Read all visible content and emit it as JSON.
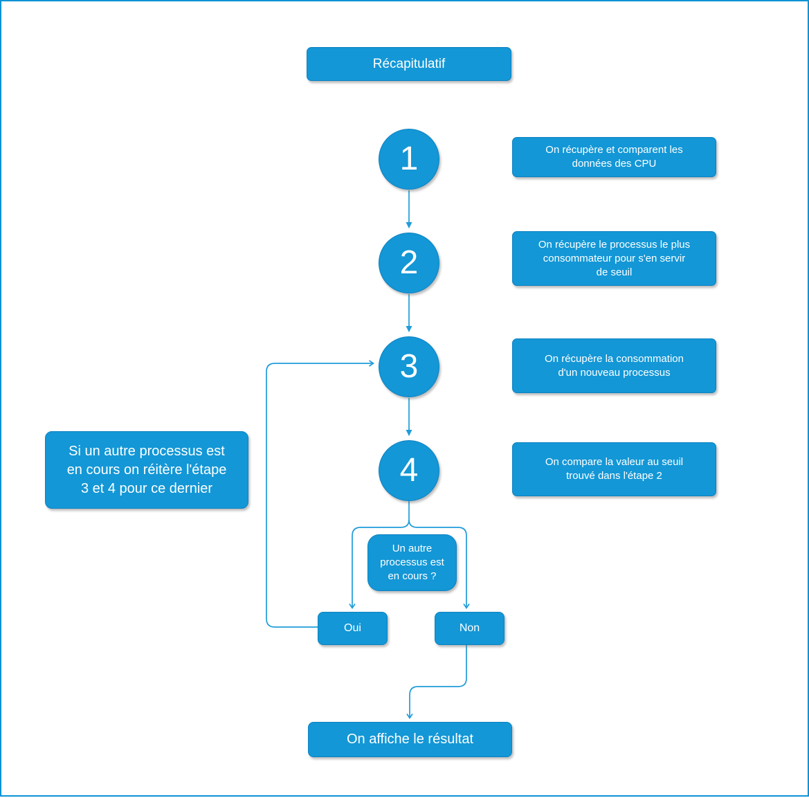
{
  "colors": {
    "accent": "#1397d6",
    "accent-border": "#0d82c2",
    "frame": "#0c93d6",
    "connector": "#1f9cd9",
    "text": "#ffffff"
  },
  "diagram": {
    "title": "Récapitulatif",
    "steps": [
      {
        "number": "1",
        "description": "On récupère et comparent les\ndonnées des CPU"
      },
      {
        "number": "2",
        "description": "On récupère le processus le plus\nconsommateur pour s'en servir\nde seuil"
      },
      {
        "number": "3",
        "description": "On récupère la consommation\nd'un nouveau processus"
      },
      {
        "number": "4",
        "description": "On compare la valeur au seuil\ntrouvé dans l'étape 2"
      }
    ],
    "loop_note": "Si un autre processus est\nen cours on réitère l'étape\n3 et 4 pour ce dernier",
    "decision": {
      "question": "Un autre\nprocessus est\nen cours ?",
      "yes_label": "Oui",
      "no_label": "Non"
    },
    "result": "On affiche le résultat"
  }
}
